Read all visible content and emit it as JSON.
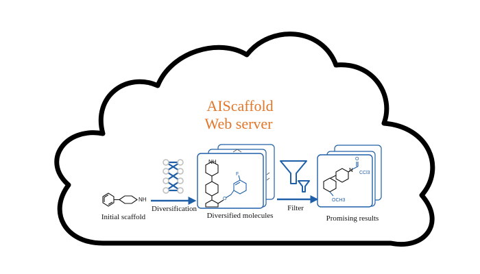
{
  "title": {
    "line1": "AIScaffold",
    "line2": "Web server"
  },
  "stages": {
    "initial": "Initial scaffold",
    "diversification": "Diversification",
    "diversified": "Diversified molecules",
    "filter": "Filter",
    "results": "Promising results"
  },
  "atoms": {
    "nh": "NH",
    "n": "N",
    "f": "F",
    "o": "O",
    "o_eq": "O",
    "ccl3": "CCl3",
    "och3": "OCH3"
  },
  "colors": {
    "accent_orange": "#e0772b",
    "accent_blue": "#1f5fa8",
    "cloud_stroke": "#000000",
    "node_gray": "#bdbdbd"
  },
  "icons": {
    "network": "neural-network-icon",
    "filter": "funnel-icon"
  }
}
